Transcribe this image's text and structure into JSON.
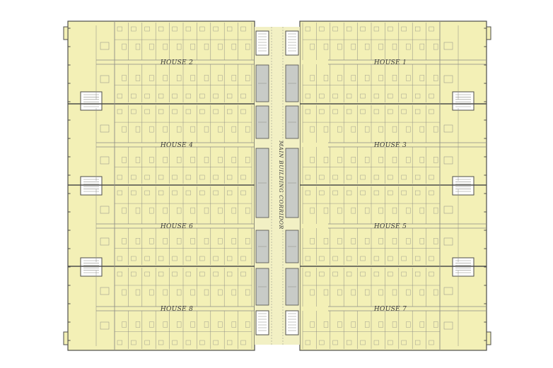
{
  "diagram": {
    "houses": [
      {
        "id": "house-2",
        "label": "HOUSE 2",
        "side": "west",
        "row": 1
      },
      {
        "id": "house-1",
        "label": "HOUSE 1",
        "side": "east",
        "row": 1
      },
      {
        "id": "house-4",
        "label": "HOUSE 4",
        "side": "west",
        "row": 2
      },
      {
        "id": "house-3",
        "label": "HOUSE 3",
        "side": "east",
        "row": 2
      },
      {
        "id": "house-6",
        "label": "HOUSE 6",
        "side": "west",
        "row": 3
      },
      {
        "id": "house-5",
        "label": "HOUSE 5",
        "side": "east",
        "row": 3
      },
      {
        "id": "house-8",
        "label": "HOUSE 8",
        "side": "west",
        "row": 4
      },
      {
        "id": "house-7",
        "label": "HOUSE 7",
        "side": "east",
        "row": 4
      }
    ],
    "corridor_label": "MAIN BUILDING CORRIDOR",
    "colors": {
      "floor_fill": "#f3f0b6",
      "wall_line": "#8c8c86",
      "thick_wall": "#4d4d4a",
      "service_gray": "#c8cbc7",
      "corridor": "#f2f0c4"
    }
  }
}
